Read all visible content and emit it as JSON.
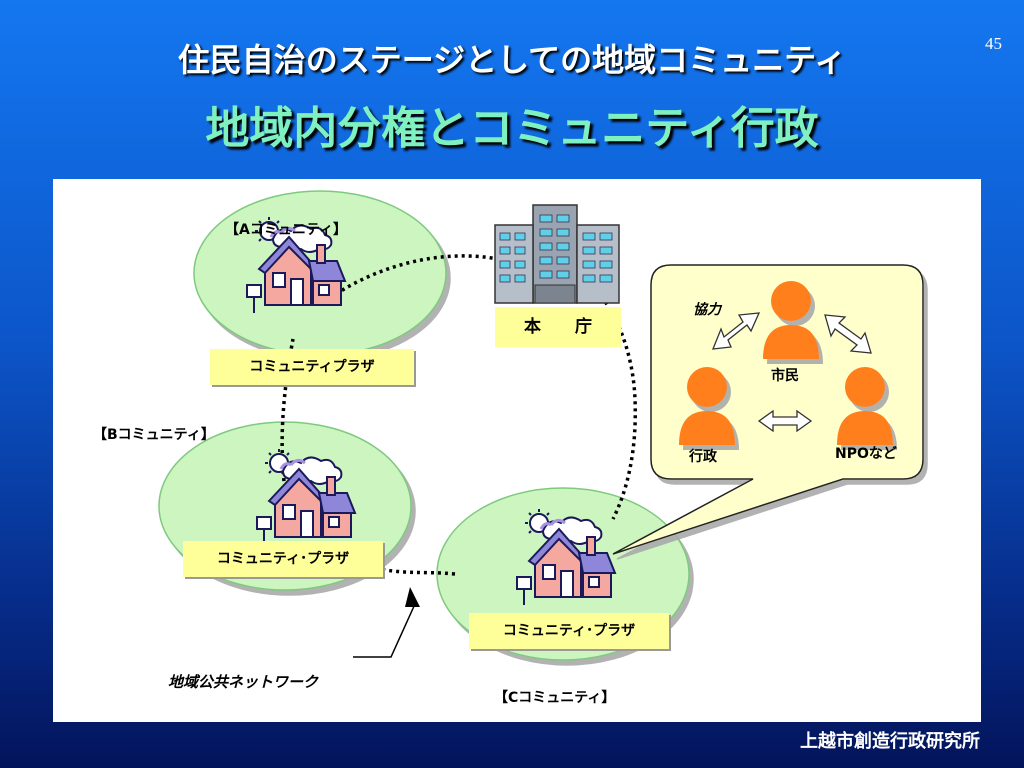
{
  "page_number": "45",
  "title_line1": "住民自治のステージとしての地域コミュニティ",
  "title_line2": "地域内分権とコミュニティ行政",
  "communities": {
    "a_label": "【Aコミュニティ】",
    "a_plaza": "コミュニティプラザ",
    "b_label": "【Bコミュニティ】",
    "b_plaza": "コミュニティ･プラザ",
    "c_label": "【Cコミュニティ】",
    "c_plaza": "コミュニティ･プラザ"
  },
  "city_hall": "本 庁",
  "network_label": "地域公共ネットワーク",
  "callout": {
    "kyoryoku": "協力",
    "shimin": "市民",
    "gyosei": "行政",
    "npo": "NPOなど"
  },
  "footer": "上越市創造行政研究所",
  "colors": {
    "community_circle": "#ccf5c0",
    "plaza_box": "#ffff99",
    "person": "#ff7f1a",
    "callout": "#ffffcc",
    "title_accent": "#7ff0c0"
  }
}
